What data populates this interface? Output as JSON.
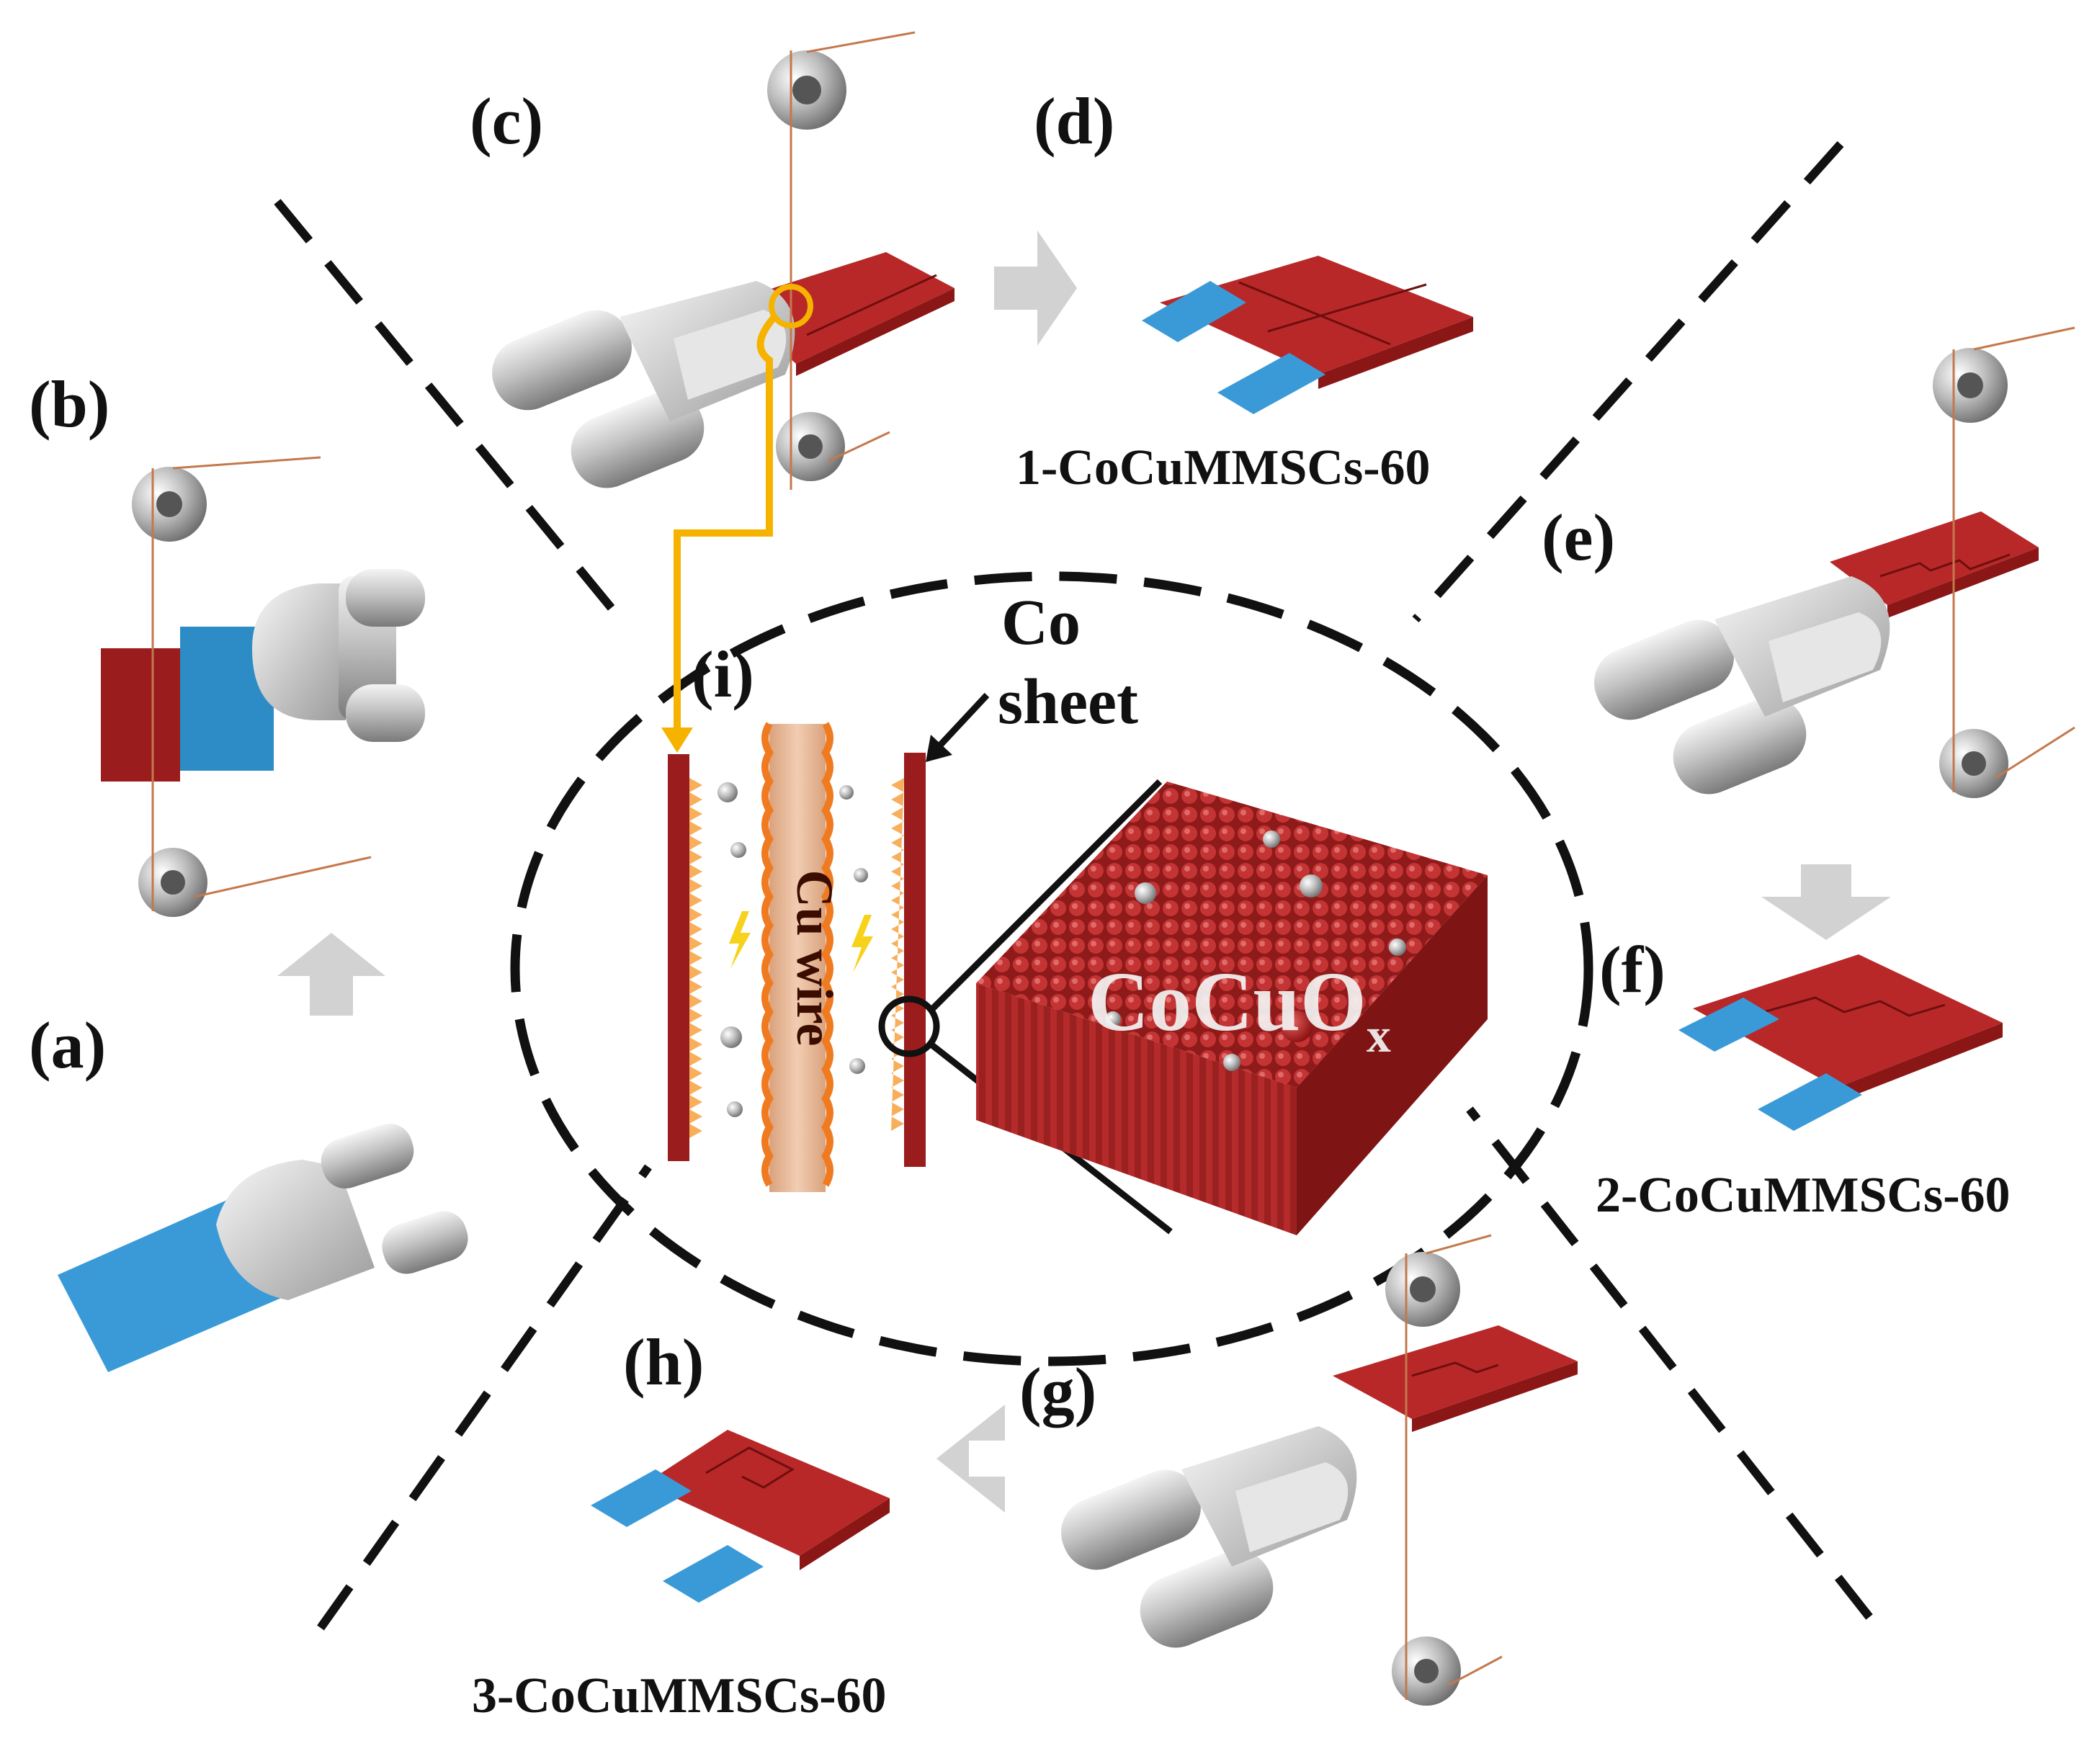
{
  "panels": {
    "a": "(a)",
    "b": "(b)",
    "c": "(c)",
    "d": "(d)",
    "e": "(e)",
    "f": "(f)",
    "g": "(g)",
    "h": "(h)",
    "i": "(i)"
  },
  "samples": {
    "one": "1-CoCuMMSCs-60",
    "two": "2-CoCuMMSCs-60",
    "three": "3-CoCuMMSCs-60"
  },
  "center": {
    "co_sheet_line1": "Co",
    "co_sheet_line2": "sheet",
    "cu_wire": "Cu wire",
    "oxide_base": "CoCuO",
    "oxide_sub": "x"
  },
  "colors": {
    "co_sheet": "#b82828",
    "co_dark": "#8a1616",
    "insulator": "#3a9ad8",
    "cu_wire": "#e8b896",
    "gold_path": "#f5b300",
    "metal": "#b8b8b8",
    "arrow": "#d2d2d2"
  },
  "icons": [
    "edm-head-icon",
    "wire-spool-icon",
    "arrow-icon",
    "spark-icon",
    "flame-icon",
    "magnifier-circle-icon"
  ]
}
